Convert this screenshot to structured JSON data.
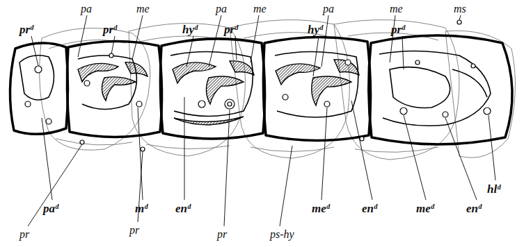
{
  "diagram": {
    "labels": [
      "pa",
      "me",
      "pa",
      "me",
      "pa",
      "me",
      "ms",
      "prᵈ",
      "prᵈ",
      "hyᵈ",
      "prᵈ",
      "hyᵈ",
      "prᵈ",
      "paᵈ",
      "mᵈ",
      "enᵈ",
      "meᵈ",
      "enᵈ",
      "meᵈ",
      "enᵈ",
      "hlᵈ",
      "pr",
      "pr",
      "pr",
      "ps-hy"
    ]
  }
}
